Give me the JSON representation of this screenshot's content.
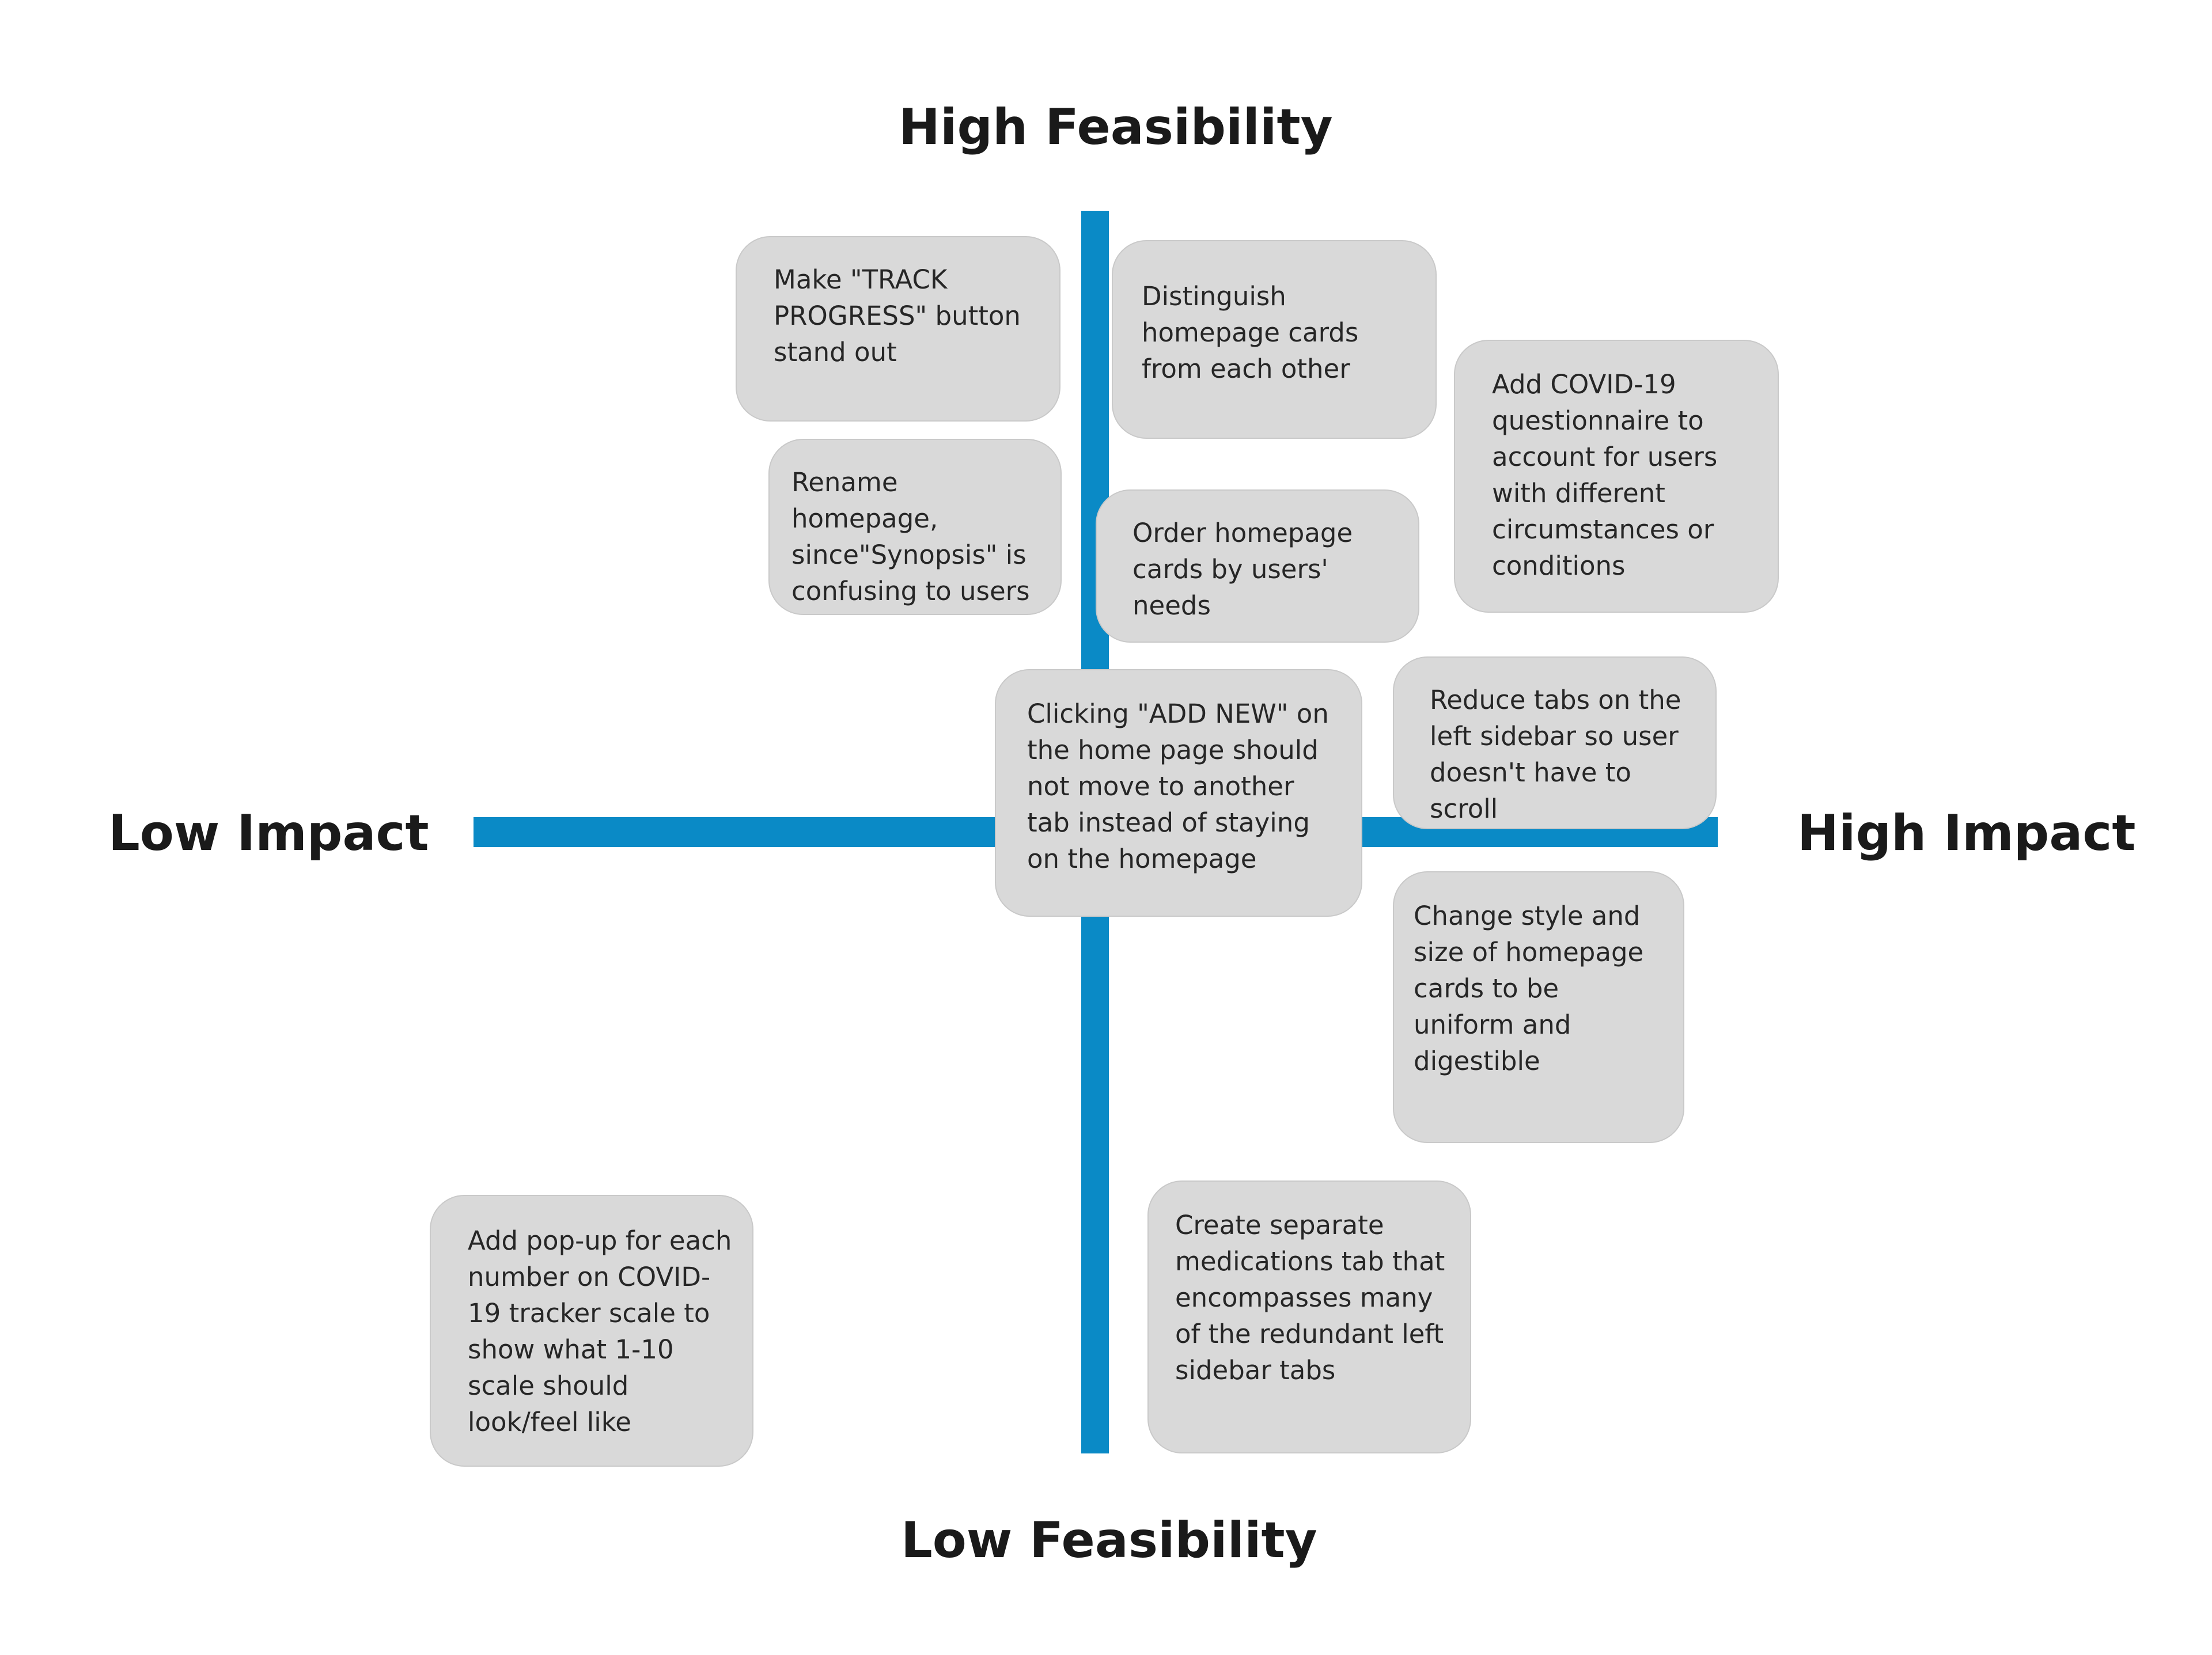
{
  "axes": {
    "top": "High Feasibility",
    "bottom": "Low Feasibility",
    "left": "Low Impact",
    "right": "High Impact"
  },
  "colors": {
    "axis": "#0a8ac6",
    "note_fill": "#d9d9d9",
    "note_border": "#c9c9c9",
    "text": "#1a1a1a"
  },
  "notes": [
    {
      "text": "Make \"TRACK PROGRESS\" button stand out"
    },
    {
      "text": "Distinguish homepage cards from each other"
    },
    {
      "text": "Add COVID-19 questionnaire to account for users with different circumstances or conditions"
    },
    {
      "text": "Rename homepage, since\"Synopsis\" is confusing to users"
    },
    {
      "text": "Order homepage cards by users' needs"
    },
    {
      "text": "Clicking \"ADD NEW\" on the home page should not move to another tab instead of staying on the homepage"
    },
    {
      "text": "Reduce tabs on the left sidebar so user doesn't have to scroll"
    },
    {
      "text": "Change style and size of homepage cards to be uniform and digestible"
    },
    {
      "text": "Add pop-up for each number on COVID-19 tracker scale to show what 1-10 scale should look/feel like"
    },
    {
      "text": "Create separate medications tab that encompasses many of the redundant left sidebar tabs"
    }
  ]
}
